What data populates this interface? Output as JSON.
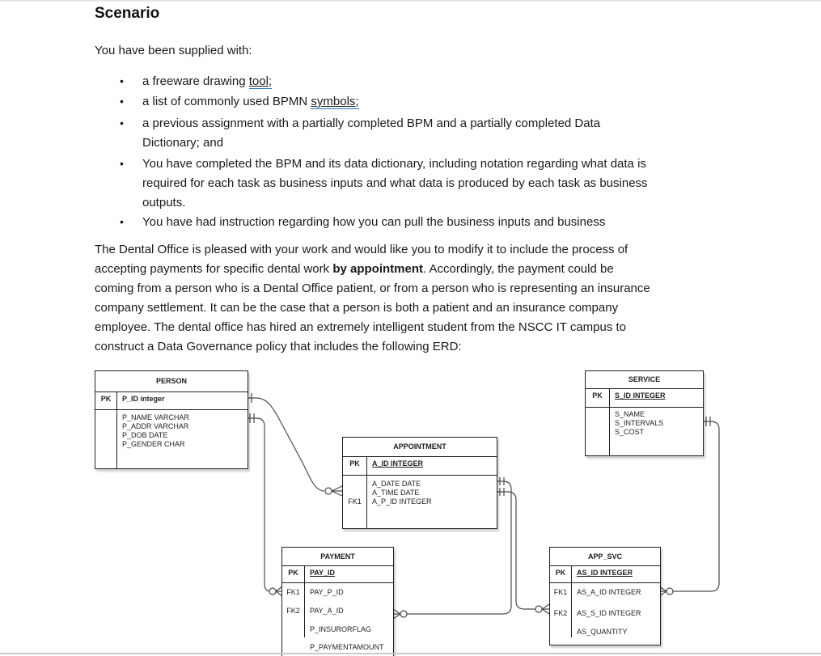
{
  "document": {
    "heading": "Scenario",
    "intro": "You have been supplied with:",
    "bullet_char": "•",
    "bullets": [
      {
        "pre": "a freeware drawing ",
        "link": "tool;"
      },
      {
        "pre": "a list of commonly used BPMN ",
        "link": "symbols;"
      },
      {
        "lines": [
          "a previous assignment with a partially completed BPM and a partially completed Data",
          "Dictionary; and"
        ]
      },
      {
        "lines": [
          "You have completed the BPM and its data dictionary, including notation regarding what data is",
          "required for each task as business inputs and what data is produced by each task as business",
          "outputs."
        ]
      },
      {
        "lines": [
          "You have had instruction regarding how you can pull the business inputs and business"
        ]
      }
    ],
    "paragraph": {
      "lines": [
        {
          "text": "The Dental Office is pleased with your work and would like you to modify it to include the process of"
        },
        {
          "pre": "accepting payments for specific dental work ",
          "bold": "by appointment",
          "post": ". Accordingly, the payment could be"
        },
        {
          "text": "coming from a person who is a Dental Office patient, or from a person who is representing an insurance"
        },
        {
          "text": "company settlement. It can be the case that a person is both a patient and an insurance company"
        },
        {
          "text": "employee. The dental office has hired an extremely intelligent student from the NSCC IT campus to"
        },
        {
          "text": "construct a Data Governance policy that includes the following ERD:"
        }
      ]
    }
  },
  "erd": {
    "entities": {
      "person": {
        "name": "PERSON",
        "pk_label": "PK",
        "pk": "P_ID integer",
        "attrs": [
          "P_NAME VARCHAR",
          "P_ADDR VARCHAR",
          "P_DOB DATE",
          "P_GENDER CHAR"
        ]
      },
      "service": {
        "name": "SERVICE",
        "pk_label": "PK",
        "pk": "S_ID INTEGER",
        "attrs": [
          "S_NAME",
          "S_INTERVALS",
          "S_COST"
        ]
      },
      "appointment": {
        "name": "APPOINTMENT",
        "pk_label": "PK",
        "pk": "A_ID INTEGER",
        "fk1_label": "FK1",
        "attrs": [
          "A_DATE DATE",
          "A_TIME DATE",
          "A_P_ID INTEGER"
        ]
      },
      "payment": {
        "name": "PAYMENT",
        "pk_label": "PK",
        "pk": "PAY_ID",
        "fk1_label": "FK1",
        "fk2_label": "FK2",
        "rows": [
          "PAY_P_ID",
          "PAY_A_ID",
          "P_INSURORFLAG",
          "P_PAYMENTAMOUNT"
        ]
      },
      "app_svc": {
        "name": "APP_SVC",
        "pk_label": "PK",
        "pk": "AS_ID INTEGER",
        "fk1_label": "FK1",
        "fk2_label": "FK2",
        "rows": [
          "AS_A_ID INTEGER",
          "AS_S_ID INTEGER",
          "AS_QUANTITY"
        ]
      }
    },
    "colors": {
      "link_underline": "#2e75b6",
      "relationship_line": "#4a4a4a",
      "entity_border": "#1f1f1f",
      "page_edge": "#c9c9c9"
    }
  }
}
